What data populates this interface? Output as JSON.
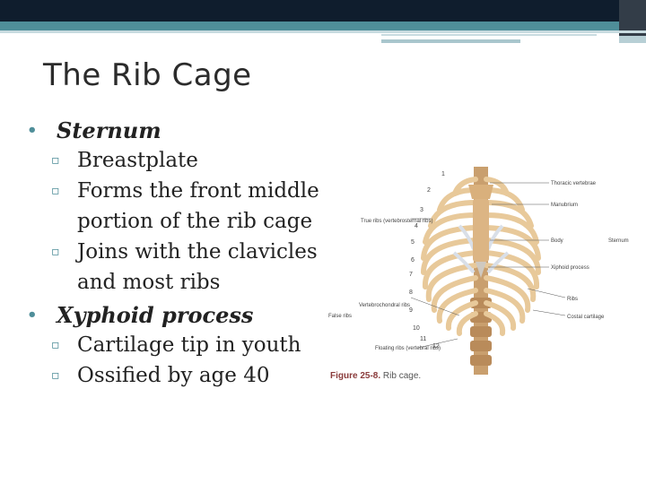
{
  "slide": {
    "title": "The Rib Cage",
    "bullets": [
      {
        "label": "Sternum",
        "sub": [
          "Breastplate",
          "Forms the front middle portion of the rib cage",
          "Joins with the clavicles and most ribs"
        ]
      },
      {
        "label": "Xyphoid process",
        "sub": [
          "Cartilage tip in youth",
          "Ossified by age 40"
        ]
      }
    ],
    "bullet_glyph": "•",
    "sub_glyph": "▫"
  },
  "figure": {
    "caption_num": "Figure 25-8.",
    "caption_text": "Rib cage.",
    "labels": {
      "thoracic": "Thoracic vertebrae",
      "manubrium": "Manubrium",
      "body": "Body",
      "sternum": "Sternum",
      "xiphoid": "Xiphoid process",
      "ribs": "Ribs",
      "costal": "Costal cartilage",
      "true_ribs": "True ribs (vertebrosternal ribs)",
      "vertebrochondral": "Vertebrochondral ribs",
      "false_ribs": "False ribs",
      "floating": "Floating ribs (vertebral ribs)"
    },
    "rib_numbers": [
      "1",
      "2",
      "3",
      "4",
      "5",
      "6",
      "7",
      "8",
      "9",
      "10",
      "11",
      "12"
    ]
  },
  "colors": {
    "accent": "#4f8e99",
    "dark": "#0f1d2d",
    "bone": "#e8c99a",
    "cartilage": "#d9dfe8"
  }
}
